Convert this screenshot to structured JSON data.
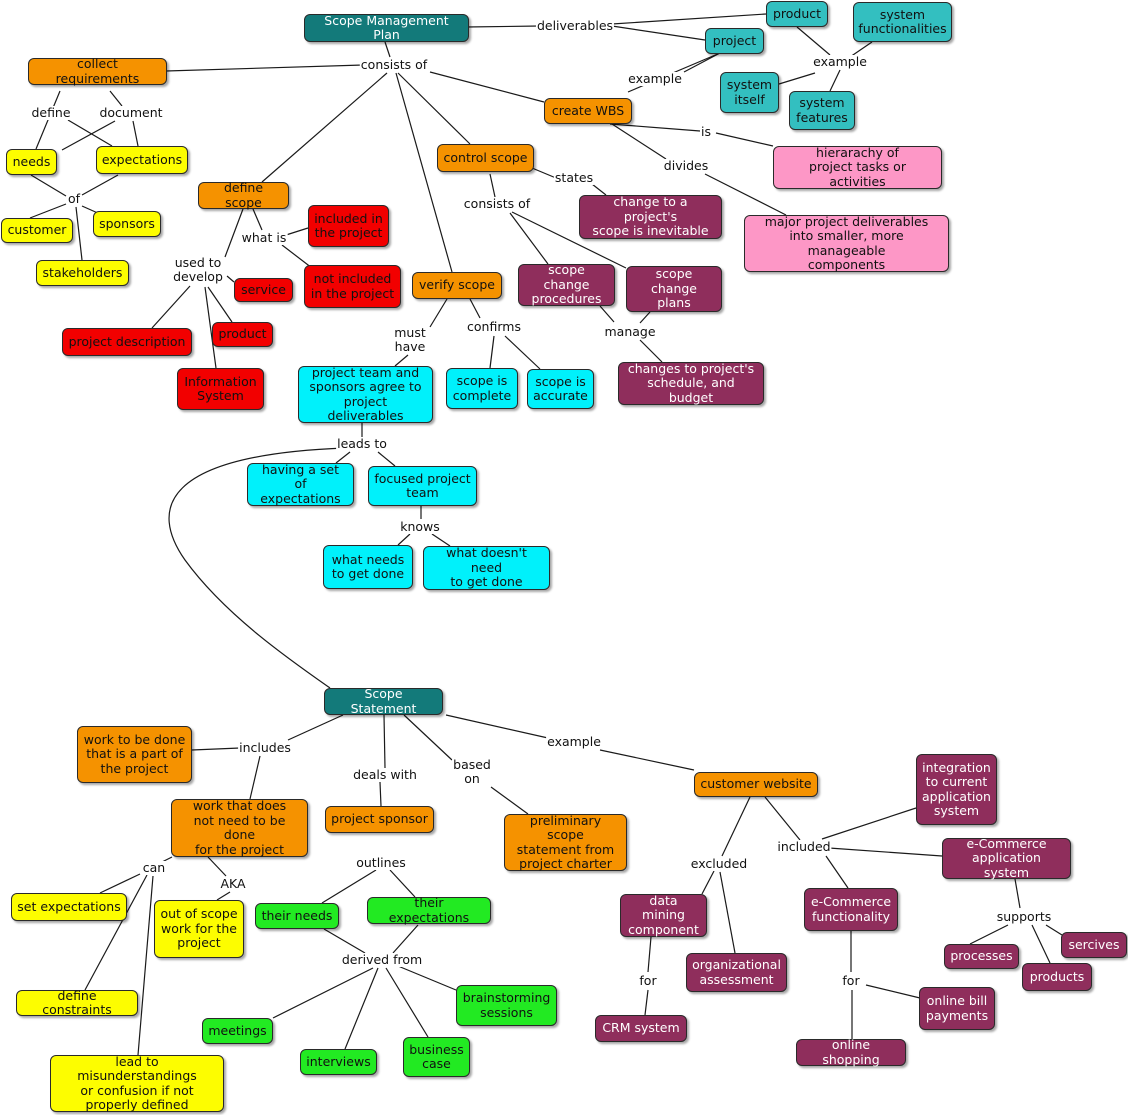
{
  "nodes": [
    {
      "id": "smp",
      "text": "Scope Management Plan",
      "color": "teal"
    },
    {
      "id": "product",
      "text": "product",
      "color": "turquoise"
    },
    {
      "id": "sysfunc",
      "text": "system\nfunctionalities",
      "color": "turquoise"
    },
    {
      "id": "project",
      "text": "project",
      "color": "turquoise"
    },
    {
      "id": "sysitself",
      "text": "system\nitself",
      "color": "turquoise"
    },
    {
      "id": "sysfeat",
      "text": "system\nfeatures",
      "color": "turquoise"
    },
    {
      "id": "collect",
      "text": "collect requirements",
      "color": "orange"
    },
    {
      "id": "wbs",
      "text": "create WBS",
      "color": "orange"
    },
    {
      "id": "control",
      "text": "control scope",
      "color": "orange"
    },
    {
      "id": "defscope",
      "text": "define scope",
      "color": "orange"
    },
    {
      "id": "verify",
      "text": "verify scope",
      "color": "orange"
    },
    {
      "id": "needs",
      "text": "needs",
      "color": "yellow"
    },
    {
      "id": "expect",
      "text": "expectations",
      "color": "yellow"
    },
    {
      "id": "customer",
      "text": "customer",
      "color": "yellow"
    },
    {
      "id": "sponsors",
      "text": "sponsors",
      "color": "yellow"
    },
    {
      "id": "stake",
      "text": "stakeholders",
      "color": "yellow"
    },
    {
      "id": "hier",
      "text": "hierarachy of\nproject tasks or activities",
      "color": "pink"
    },
    {
      "id": "major",
      "text": "major project deliverables\ninto smaller, more manageable\ncomponents",
      "color": "pink"
    },
    {
      "id": "change",
      "text": "change to a project's\nscope is inevitable",
      "color": "purple"
    },
    {
      "id": "scproc",
      "text": "scope change\nprocedures",
      "color": "purple"
    },
    {
      "id": "scplans",
      "text": "scope change\nplans",
      "color": "purple"
    },
    {
      "id": "sched",
      "text": "changes to project's\nschedule, and budget",
      "color": "purple"
    },
    {
      "id": "incl",
      "text": "included in\nthe project",
      "color": "red"
    },
    {
      "id": "notincl",
      "text": "not included\nin the project",
      "color": "red"
    },
    {
      "id": "service",
      "text": "service",
      "color": "red"
    },
    {
      "id": "rproduct",
      "text": "product",
      "color": "red"
    },
    {
      "id": "projdesc",
      "text": "project description",
      "color": "red"
    },
    {
      "id": "infosys",
      "text": "Information\nSystem",
      "color": "red"
    },
    {
      "id": "agree",
      "text": "project team and\nsponsors agree to\nproject deliverables",
      "color": "cyan"
    },
    {
      "id": "complete",
      "text": "scope is\ncomplete",
      "color": "cyan"
    },
    {
      "id": "accurate",
      "text": "scope is\naccurate",
      "color": "cyan"
    },
    {
      "id": "setexp",
      "text": "having a set\nof expectations",
      "color": "cyan"
    },
    {
      "id": "focused",
      "text": "focused project\nteam",
      "color": "cyan"
    },
    {
      "id": "whatneeds",
      "text": "what needs\nto get done",
      "color": "cyan"
    },
    {
      "id": "whatdoesnt",
      "text": "what doesn't need\nto get done",
      "color": "cyan"
    },
    {
      "id": "ss",
      "text": "Scope Statement",
      "color": "teal"
    },
    {
      "id": "work",
      "text": "work to be done\nthat is a part of\nthe project",
      "color": "orange"
    },
    {
      "id": "worknot",
      "text": "work that does\nnot need to be done\nfor the project",
      "color": "orange"
    },
    {
      "id": "sponsor",
      "text": "project sponsor",
      "color": "orange"
    },
    {
      "id": "prelim",
      "text": "preliminary scope\nstatement from\nproject charter",
      "color": "orange"
    },
    {
      "id": "website",
      "text": "customer website",
      "color": "orange"
    },
    {
      "id": "setexpect",
      "text": "set expectations",
      "color": "yellow"
    },
    {
      "id": "outofscope",
      "text": "out of scope\nwork for the\nproject",
      "color": "yellow"
    },
    {
      "id": "defcons",
      "text": "define constraints",
      "color": "yellow"
    },
    {
      "id": "misund",
      "text": "lead to misunderstandings\nor confusion if not\nproperly defined",
      "color": "yellow"
    },
    {
      "id": "theirneeds",
      "text": "their needs",
      "color": "green"
    },
    {
      "id": "theirexp",
      "text": "their expectations",
      "color": "green"
    },
    {
      "id": "brain",
      "text": "brainstorming\nsessions",
      "color": "green"
    },
    {
      "id": "meetings",
      "text": "meetings",
      "color": "green"
    },
    {
      "id": "interviews",
      "text": "interviews",
      "color": "green"
    },
    {
      "id": "bcase",
      "text": "business\ncase",
      "color": "green"
    },
    {
      "id": "integ",
      "text": "integration\nto current\napplication\nsystem",
      "color": "purple"
    },
    {
      "id": "ecomsys",
      "text": "e-Commerce\napplication system",
      "color": "purple"
    },
    {
      "id": "datamin",
      "text": "data mining\ncomponent",
      "color": "purple"
    },
    {
      "id": "orgass",
      "text": "organizational\nassessment",
      "color": "purple"
    },
    {
      "id": "ecomfunc",
      "text": "e-Commerce\nfunctionality",
      "color": "purple"
    },
    {
      "id": "processes",
      "text": "processes",
      "color": "purple"
    },
    {
      "id": "sercives",
      "text": "sercives",
      "color": "purple"
    },
    {
      "id": "products",
      "text": "products",
      "color": "purple"
    },
    {
      "id": "crm",
      "text": "CRM system",
      "color": "purple"
    },
    {
      "id": "onlinebill",
      "text": "online bill\npayments",
      "color": "purple"
    },
    {
      "id": "onlineshop",
      "text": "online shopping",
      "color": "purple"
    }
  ],
  "labels": [
    {
      "id": "deliverables",
      "text": "deliverables"
    },
    {
      "id": "example1",
      "text": "example"
    },
    {
      "id": "example2",
      "text": "example"
    },
    {
      "id": "consistsof1",
      "text": "consists of"
    },
    {
      "id": "define",
      "text": "define"
    },
    {
      "id": "document",
      "text": "document"
    },
    {
      "id": "of",
      "text": "of"
    },
    {
      "id": "is",
      "text": "is"
    },
    {
      "id": "divides",
      "text": "divides"
    },
    {
      "id": "states",
      "text": "states"
    },
    {
      "id": "consistsof2",
      "text": "consists of"
    },
    {
      "id": "manage",
      "text": "manage"
    },
    {
      "id": "whatis",
      "text": "what is"
    },
    {
      "id": "usedto",
      "text": "used to\ndevelop"
    },
    {
      "id": "musthave",
      "text": "must\nhave"
    },
    {
      "id": "confirms",
      "text": "confirms"
    },
    {
      "id": "leadsto",
      "text": "leads to"
    },
    {
      "id": "knows",
      "text": "knows"
    },
    {
      "id": "includes",
      "text": "includes"
    },
    {
      "id": "dealswith",
      "text": "deals with"
    },
    {
      "id": "basedon",
      "text": "based\non"
    },
    {
      "id": "example3",
      "text": "example"
    },
    {
      "id": "can",
      "text": "can"
    },
    {
      "id": "aka",
      "text": "AKA"
    },
    {
      "id": "outlines",
      "text": "outlines"
    },
    {
      "id": "derivedfrom",
      "text": "derived from"
    },
    {
      "id": "excluded",
      "text": "excluded"
    },
    {
      "id": "included",
      "text": "included"
    },
    {
      "id": "supports",
      "text": "supports"
    },
    {
      "id": "for1",
      "text": "for"
    },
    {
      "id": "for2",
      "text": "for"
    }
  ],
  "colors": {
    "teal": "#137a7a",
    "turquoise": "#33bfc0",
    "orange": "#f59200",
    "yellow": "#fdfd00",
    "red": "#f20000",
    "pink": "#fd97c6",
    "purple": "#8f2e5c",
    "cyan": "#00f1fb",
    "green": "#22ea22",
    "line": "#1a1a1a"
  }
}
